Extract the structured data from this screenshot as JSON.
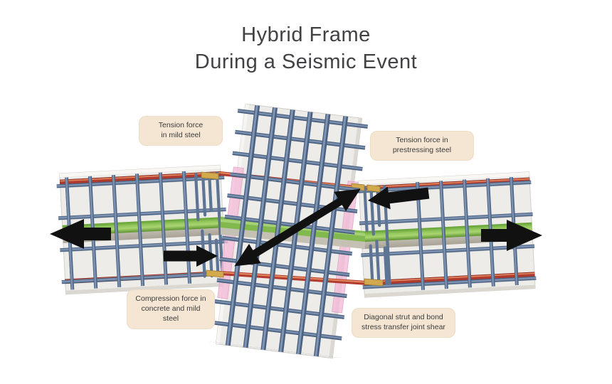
{
  "title": {
    "line1": "Hybrid Frame",
    "line2": "During a Seismic Event"
  },
  "callouts": {
    "tension_mild": "Tension force\nin mild steel",
    "tension_prestress": "Tension force in\nprestressing steel",
    "compression": "Compression force in\nconcrete and mild\nsteel",
    "diagonal": "Diagonal strut and bond\nstress transfer joint shear"
  },
  "arrows": [
    {
      "name": "beam-end-force-left",
      "direction": "left"
    },
    {
      "name": "beam-end-force-right",
      "direction": "right"
    },
    {
      "name": "compression-force-arrow",
      "direction": "right"
    },
    {
      "name": "prestress-tension-arrow",
      "direction": "left"
    },
    {
      "name": "diagonal-strut-arrow",
      "direction": "double-headed-diagonal"
    }
  ],
  "palette": {
    "concrete": "#eeece8",
    "steel_dark": "#4e6585",
    "steel_mid": "#64799b",
    "steel_light": "#8ea3c0",
    "rebar_red": "#b23b2f",
    "rebar_red_highlight": "#e28a60",
    "tendon_green": "#82b94f",
    "tendon_green_light": "#a9d379",
    "duct_gray": "#c5c0b4",
    "joint_pink": "#f3bcd9",
    "coupler_gold": "#d2a94c",
    "arrow_black": "#111111",
    "label_bg": "#f4e6d3",
    "text": "#3c3c3c",
    "title_text": "#424245"
  }
}
